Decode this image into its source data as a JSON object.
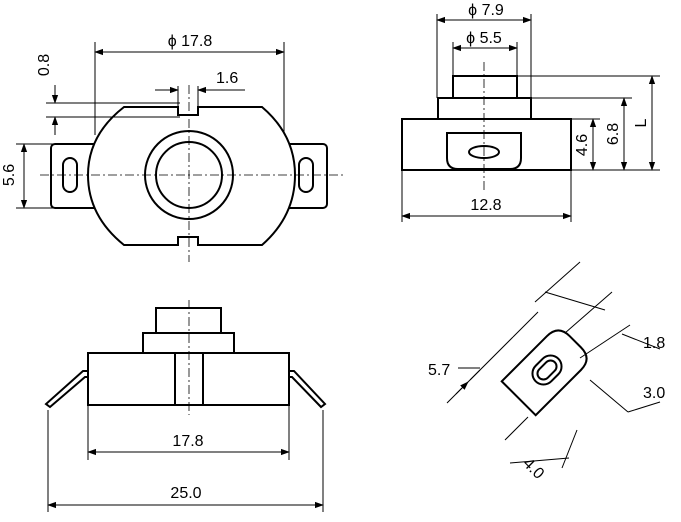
{
  "dimensions": {
    "top_view": {
      "overall_diameter": "ϕ 17.8",
      "lug_offset": "0.8",
      "notch_width": "1.6",
      "lug_height": "5.6"
    },
    "side_view": {
      "outer_diameter": "ϕ 7.9",
      "inner_diameter": "ϕ 5.5",
      "body_height": "4.6",
      "total_height": "6.8",
      "overall_height": "L",
      "body_width": "12.8"
    },
    "front_view": {
      "body_width": "17.8",
      "overall_width": "25.0"
    },
    "terminal_detail": {
      "tab_width": "5.7",
      "slot_width": "1.8",
      "slot_length": "3.0",
      "tab_length": "4.0"
    }
  },
  "colors": {
    "line": "#000000",
    "background": "#ffffff"
  }
}
